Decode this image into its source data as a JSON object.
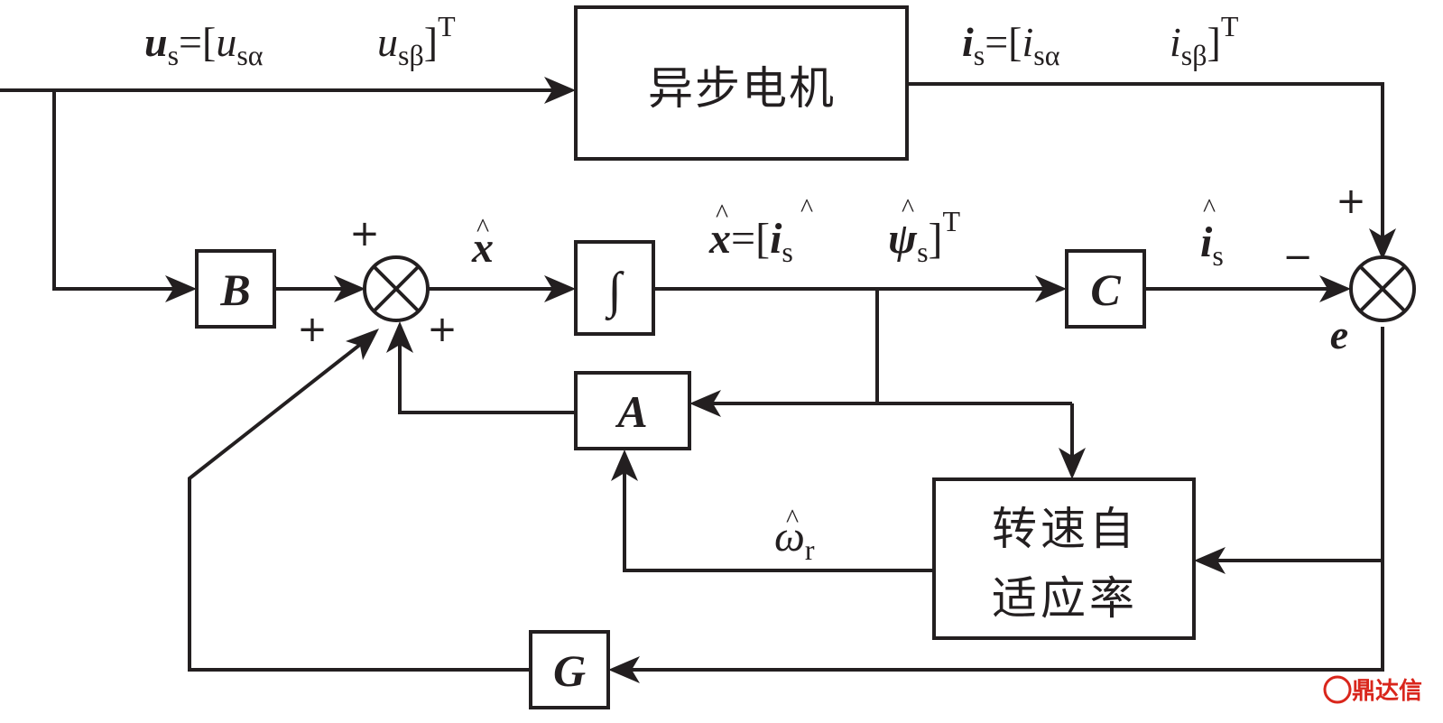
{
  "blocks": {
    "motor": "异步电机",
    "integrator": "∫",
    "B": "B",
    "C": "C",
    "A": "A",
    "G": "G",
    "adaptive_line1": "转速自",
    "adaptive_line2": "适应率"
  },
  "signals": {
    "us": {
      "vec": "u",
      "sub": "s",
      "eq": "=[",
      "u1": "u",
      "s1": "sα",
      "u2": "u",
      "s2": "sβ",
      "close": "]",
      "T": "T"
    },
    "is": {
      "vec": "i",
      "sub": "s",
      "eq": "=[",
      "u1": "i",
      "s1": "sα",
      "u2": "i",
      "s2": "sβ",
      "close": "]",
      "T": "T"
    },
    "xhat": {
      "hat": "^",
      "sym": "x"
    },
    "xhat_def": {
      "sym": "x",
      "eq": "=[",
      "i": "i",
      "isub": "s",
      "psi": "ψ",
      "psisub": "s",
      "close": "]",
      "T": "T"
    },
    "ihat": {
      "sym": "i",
      "sub": "s"
    },
    "omega": {
      "sym": "ω",
      "sub": "r"
    },
    "e": "e"
  },
  "signs": {
    "plus": "+",
    "minus": "−"
  },
  "watermark": "鼎达信",
  "colors": {
    "line": "#231f20",
    "watermark": "#d9261c"
  }
}
